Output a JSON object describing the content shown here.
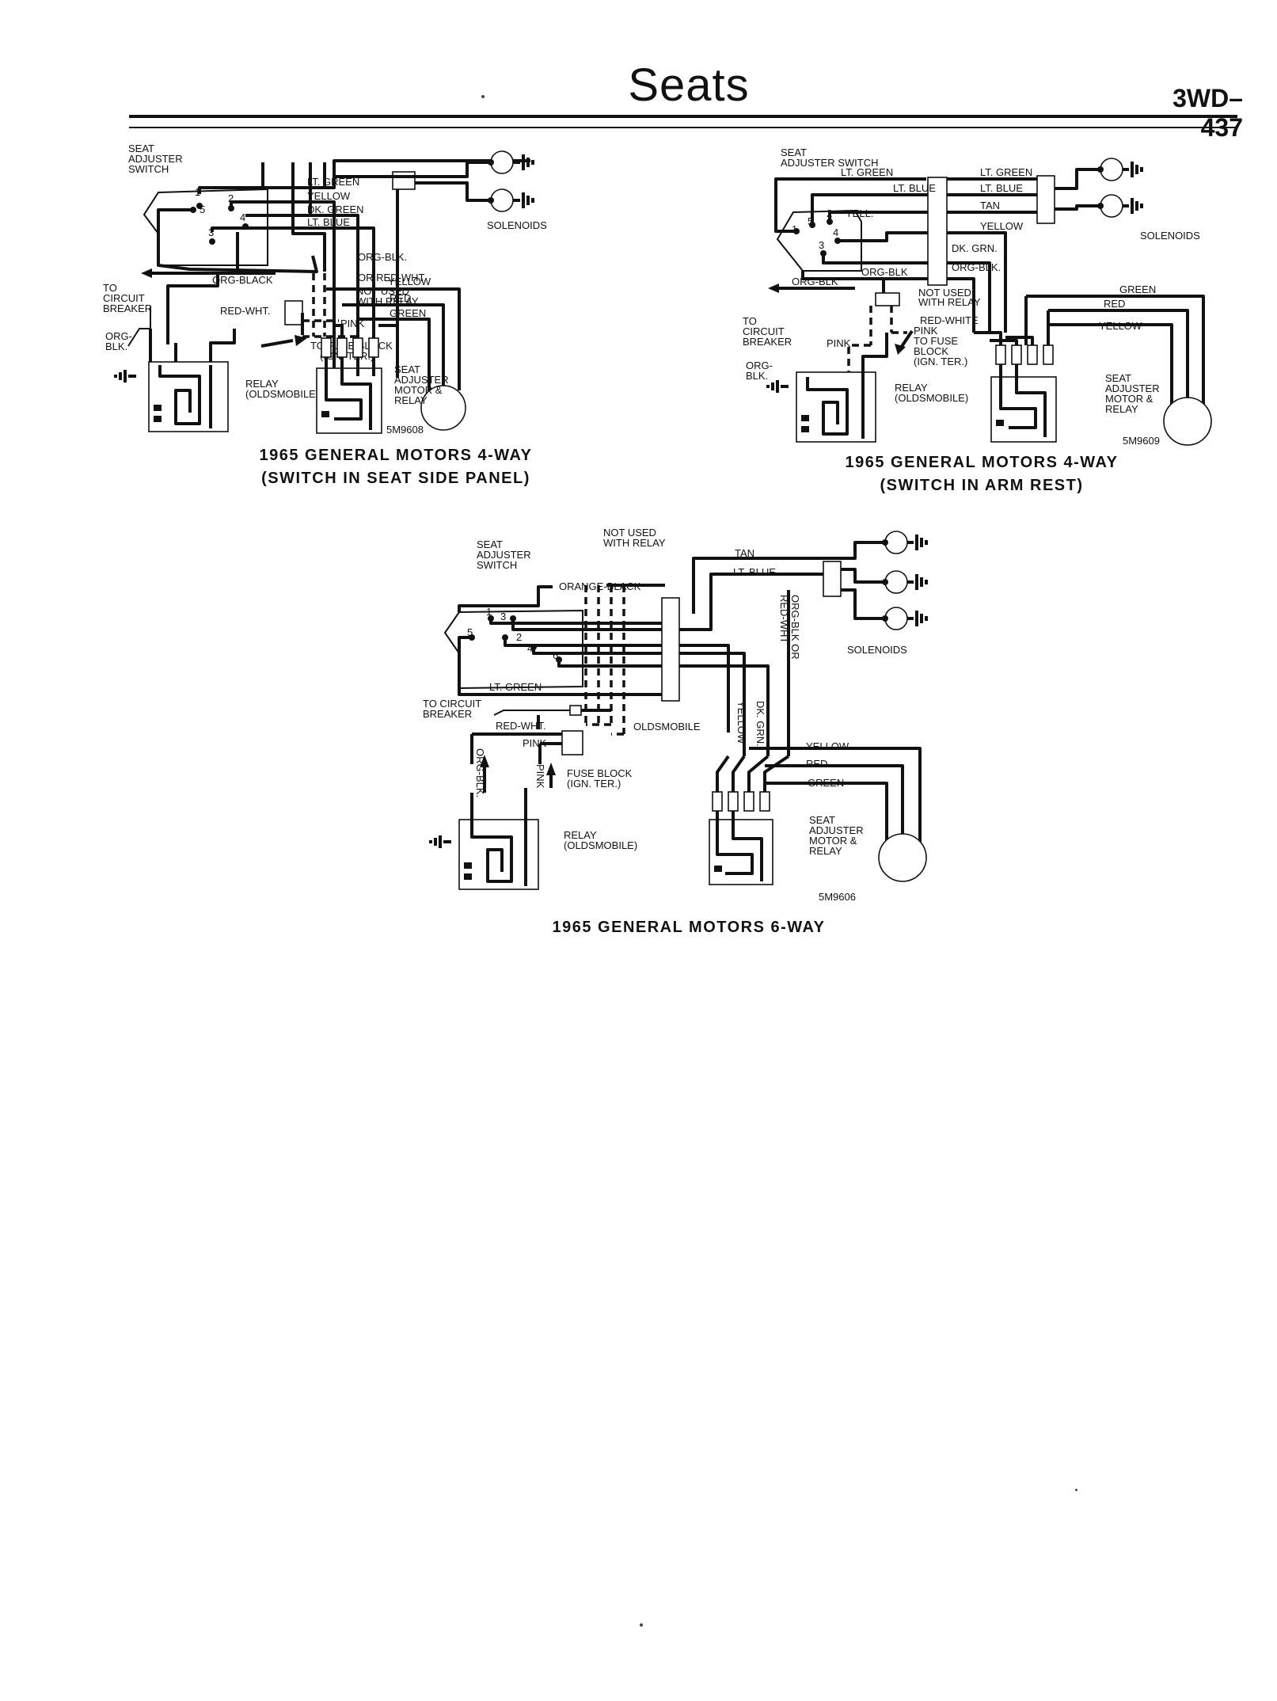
{
  "page": {
    "title": "Seats",
    "number": "3WD–437"
  },
  "diagram1": {
    "caption_line1": "1965 GENERAL MOTORS 4-WAY",
    "caption_line2": "(SWITCH IN SEAT SIDE PANEL)",
    "code": "5M9608",
    "switch_label": [
      "SEAT",
      "ADJUSTER",
      "SWITCH"
    ],
    "pins": [
      "1",
      "5",
      "2",
      "4",
      "3"
    ],
    "wires": [
      "LT. GREEN",
      "YELLOW",
      "DK. GREEN",
      "LT. BLUE",
      "ORG-BLK.",
      "OR RED-WHT.",
      "ORG-BLACK",
      "RED-WHT.",
      "PINK"
    ],
    "not_used": [
      "NOT USED",
      "WITH RELAY"
    ],
    "circuit_breaker": [
      "TO",
      "CIRCUIT",
      "BREAKER"
    ],
    "org_blk": [
      "ORG-",
      "BLK."
    ],
    "fuse_block": [
      "TO FUSE BLOCK",
      "(IGN. TER.)"
    ],
    "relay": [
      "RELAY",
      "(OLDSMOBILE)"
    ],
    "motor_wires": [
      "YELLOW",
      "RED",
      "GREEN"
    ],
    "motor": [
      "SEAT",
      "ADJUSTER",
      "MOTOR &",
      "RELAY"
    ],
    "solenoids": "SOLENOIDS"
  },
  "diagram2": {
    "caption_line1": "1965 GENERAL MOTORS 4-WAY",
    "caption_line2": "(SWITCH IN ARM REST)",
    "code": "5M9609",
    "switch_label": [
      "SEAT",
      "ADJUSTER SWITCH"
    ],
    "pins": [
      "1",
      "5",
      "2",
      "4",
      "3"
    ],
    "left_wires": [
      "LT. GREEN",
      "LT. BLUE",
      "YELL.",
      "ORG-BLK",
      "ORG-BLK"
    ],
    "right_wires": [
      "LT. GREEN",
      "LT. BLUE",
      "TAN",
      "YELLOW",
      "DK. GRN.",
      "ORG-BLK."
    ],
    "not_used": [
      "NOT USED",
      "WITH RELAY"
    ],
    "circuit_breaker": [
      "TO",
      "CIRCUIT",
      "BREAKER"
    ],
    "org_blk": [
      "ORG-",
      "BLK."
    ],
    "red_white": "RED-WHITE",
    "pink": "PINK",
    "pink2": "PINK",
    "fuse_block": [
      "TO FUSE",
      "BLOCK",
      "(IGN. TER.)"
    ],
    "relay": [
      "RELAY",
      "(OLDSMOBILE)"
    ],
    "motor_wires": [
      "GREEN",
      "RED",
      "YELLOW"
    ],
    "motor": [
      "SEAT",
      "ADJUSTER",
      "MOTOR &",
      "RELAY"
    ],
    "solenoids": "SOLENOIDS"
  },
  "diagram3": {
    "caption": "1965 GENERAL MOTORS 6-WAY",
    "code": "5M9606",
    "switch_label": [
      "SEAT",
      "ADJUSTER",
      "SWITCH"
    ],
    "pins": [
      "1",
      "3",
      "5",
      "2",
      "4",
      "6"
    ],
    "not_used": [
      "NOT USED",
      "WITH RELAY"
    ],
    "orange_black": "ORANGE-BLACK",
    "lt_green": "LT. GREEN",
    "tan": "TAN",
    "lt_blue": "LT. BLUE",
    "org_blk_or": "ORG-BLK OR",
    "red_wht_v": "RED-WHT",
    "yellow_v": "YELLOW",
    "dk_grn_v": "DK. GRN.",
    "solenoids": "SOLENOIDS",
    "circuit_breaker": [
      "TO CIRCUIT",
      "BREAKER"
    ],
    "red_wht": "RED-WHT.",
    "pink": "PINK",
    "oldsmobile": "OLDSMOBILE",
    "org_blk_v": "ORG-BLK.",
    "pink_v": "PINK",
    "fuse_block": [
      "FUSE BLOCK",
      "(IGN. TER.)"
    ],
    "relay": [
      "RELAY",
      "(OLDSMOBILE)"
    ],
    "motor_wires": [
      "YELLOW",
      "RED",
      "GREEN"
    ],
    "motor": [
      "SEAT",
      "ADJUSTER",
      "MOTOR &",
      "RELAY"
    ]
  }
}
